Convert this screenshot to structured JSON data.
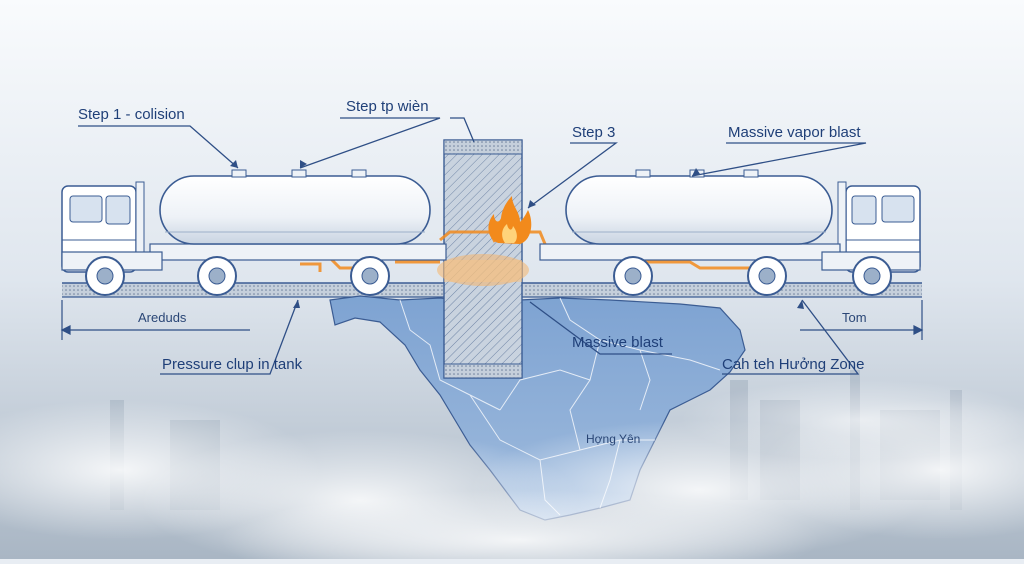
{
  "labels": {
    "step1": "Step 1 - colision",
    "step2": "Step tp wièn",
    "step3": "Step 3",
    "vapor_blast": "Massive vapor blast",
    "areduds": "Areduds",
    "pressure": "Pressure clup in tank",
    "massive_blast": "Massive blast",
    "zone": "Cah teh Hưởng Zone",
    "tom": "Tom",
    "city": "Hợng Yên"
  },
  "colors": {
    "line": "#3b5c93",
    "fire": "#f28a1c",
    "map_fill": "#8fb0d8",
    "tank": "#f4f7fb"
  }
}
